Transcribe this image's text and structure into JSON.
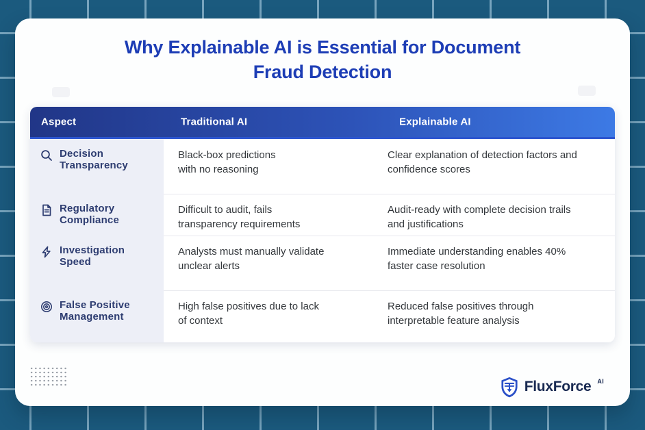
{
  "title": {
    "line1": "Why Explainable AI is Essential for Document",
    "line2": "Fraud Detection"
  },
  "table": {
    "headers": {
      "aspect": "Aspect",
      "traditional": "Traditional AI",
      "explainable": "Explainable AI"
    },
    "rows": [
      {
        "icon": "search-icon",
        "aspect": "Decision\nTransparency",
        "traditional": "Black-box predictions\nwith no reasoning",
        "explainable": "Clear explanation of detection factors and\nconfidence scores"
      },
      {
        "icon": "document-icon",
        "aspect": "Regulatory\nCompliance",
        "traditional": "Difficult to audit, fails\ntransparency requirements",
        "explainable": "Audit-ready with complete decision trails\nand justifications"
      },
      {
        "icon": "lightning-icon",
        "aspect": "Investigation\nSpeed",
        "traditional": "Analysts must manually validate\nunclear alerts",
        "explainable": "Immediate understanding enables 40%\nfaster case resolution"
      },
      {
        "icon": "target-icon",
        "aspect": "False Positive\nManagement",
        "traditional": "High false positives due to lack\nof context",
        "explainable": "Reduced false positives through\ninterpretable feature analysis"
      }
    ]
  },
  "logo": {
    "brand": "FluxForce",
    "suffix": "AI"
  },
  "colors": {
    "background": "#1b5a7e",
    "grid_line": "#8fb4c9",
    "title": "#1d3db5",
    "header_gradient_start": "#213687",
    "header_gradient_end": "#3d7ae5",
    "header_underline": "#2c55cf",
    "aspect_column_bg": "#edeff7",
    "aspect_text": "#2e3d71",
    "body_text": "#33373b",
    "logo_navy": "#192a52",
    "logo_shield_blue": "#2b50c8"
  }
}
